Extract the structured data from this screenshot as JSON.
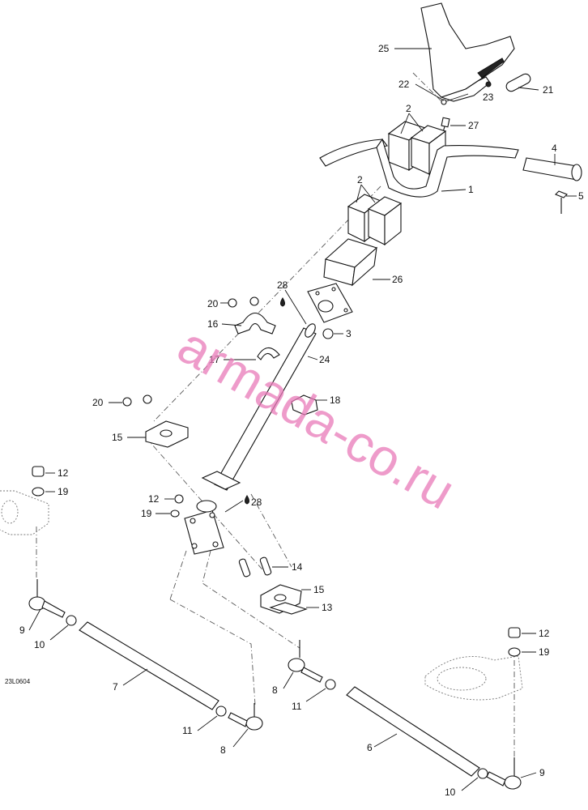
{
  "watermark": "armada-co.ru",
  "drawing_code": "23L0604",
  "colors": {
    "watermark": "#e87ab8",
    "line": "#111111",
    "background": "#ffffff"
  },
  "callouts": {
    "c1": "1",
    "c2a": "2",
    "c2b": "2",
    "c3": "3",
    "c4": "4",
    "c5": "5",
    "c6": "6",
    "c7": "7",
    "c8a": "8",
    "c8b": "8",
    "c9a": "9",
    "c9b": "9",
    "c10a": "10",
    "c10b": "10",
    "c11a": "11",
    "c11b": "11",
    "c12a": "12",
    "c12b": "12",
    "c12c": "12",
    "c13": "13",
    "c14": "14",
    "c15a": "15",
    "c15b": "15",
    "c16": "16",
    "c17": "17",
    "c18": "18",
    "c19a": "19",
    "c19b": "19",
    "c19c": "19",
    "c20a": "20",
    "c20b": "20",
    "c21": "21",
    "c22": "22",
    "c23": "23",
    "c24": "24",
    "c25": "25",
    "c26": "26",
    "c27": "27",
    "c28a": "28",
    "c28b": "28"
  }
}
